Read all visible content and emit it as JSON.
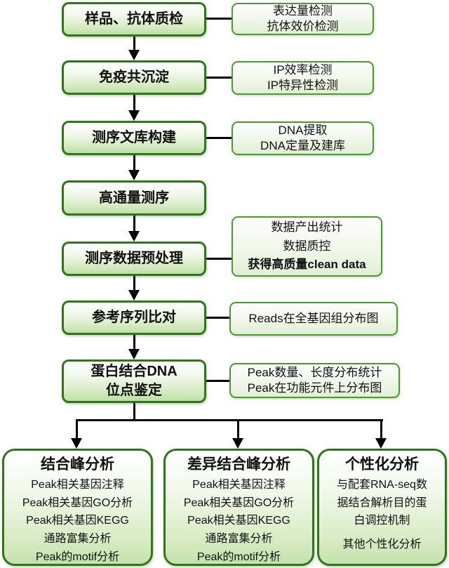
{
  "steps": {
    "s1": {
      "label": "样品、抗体质检"
    },
    "s2": {
      "label": "免疫共沉淀"
    },
    "s3": {
      "label": "测序文库构建"
    },
    "s4": {
      "label": "高通量测序"
    },
    "s5": {
      "label": "测序数据预处理"
    },
    "s6": {
      "label": "参考序列比对"
    },
    "s7": {
      "line1": "蛋白结合DNA",
      "line2": "位点鉴定"
    }
  },
  "notes": {
    "n1": {
      "line1": "表达量检测",
      "line2": "抗体效价检测"
    },
    "n2": {
      "line1": "IP效率检测",
      "line2": "IP特异性检测"
    },
    "n3": {
      "line1": "DNA提取",
      "line2": "DNA定量及建库"
    },
    "n5": {
      "line1": "数据产出统计",
      "line2": "数据质控",
      "line3": "获得高质量clean data"
    },
    "n6": {
      "line1": "Reads在全基因组分布图"
    },
    "n7": {
      "line1": "Peak数量、长度分布统计",
      "line2": "Peak在功能元件上分布图"
    }
  },
  "branches": {
    "b1": {
      "title": "结合峰分析",
      "items": [
        "Peak相关基因注释",
        "Peak相关基因GO分析",
        "Peak相关基因KEGG",
        "通路富集分析",
        "Peak的motif分析"
      ]
    },
    "b2": {
      "title": "差异结合峰分析",
      "items": [
        "Peak相关基因注释",
        "Peak相关基因GO分析",
        "Peak相关基因KEGG",
        "通路富集分析",
        "Peak的motif分析"
      ]
    },
    "b3": {
      "title": "个性化分析",
      "para1_lines": [
        "与配套RNA-seq数",
        "据结合解析目的蛋",
        "白调控机制"
      ],
      "para2": "其他个性化分析"
    }
  },
  "colors": {
    "main_border": "#2e7619",
    "note_border": "#4b9a2e",
    "fill_top": "#ffffff",
    "fill_bottom": "#bfdfa6",
    "note_fill_bottom": "#e1f0d5",
    "arrow": "#000000",
    "text": "#111111"
  }
}
